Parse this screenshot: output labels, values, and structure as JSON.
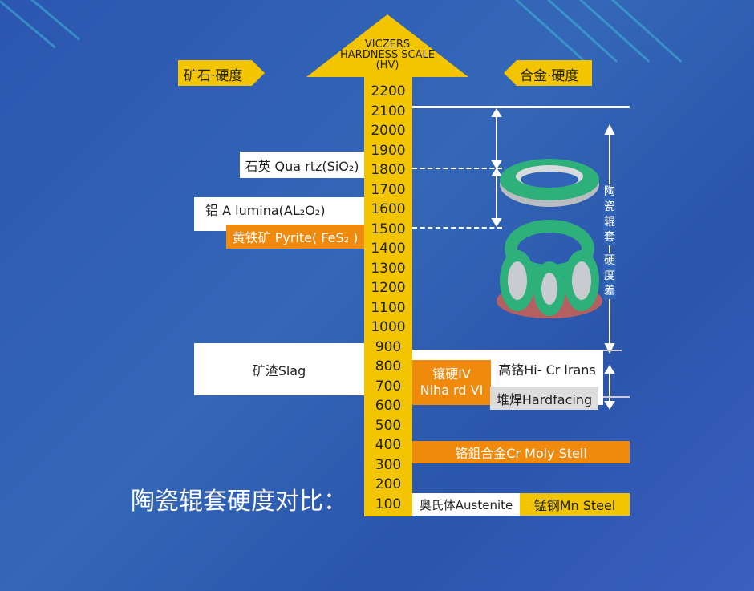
{
  "header": {
    "scale_title_line1": "VICZERS",
    "scale_title_line2": "HARDNESS SCALE",
    "scale_title_line3": "(HV)",
    "left_tag": "矿石·硬度",
    "right_tag": "合金·硬度"
  },
  "scale": [
    "2200",
    "2100",
    "2000",
    "1900",
    "1800",
    "1700",
    "1600",
    "1500",
    "1400",
    "1300",
    "1200",
    "1100",
    "1000",
    "900",
    "800",
    "700",
    "600",
    "500",
    "400",
    "300",
    "200",
    "100"
  ],
  "minerals": {
    "quartz": "石英 Qua rtz(SiO₂)",
    "alumina": "铝 A lumina(AL₂O₂)",
    "pyrite": "黄铁矿 Pyrite( FeS₂ )",
    "slag": "矿渣Slag"
  },
  "alloys": {
    "nihard_line1": "镶硬IV",
    "nihard_line2": "Niha rd VI",
    "hicr": "高铬Hi- Cr lrans",
    "hardfacing": "堆焊Hardfacing",
    "crmoly": "铬鉏合金Cr Moly Stell",
    "austenite": "奥氏体Austenite",
    "mn": "锰钢Mn Steel"
  },
  "annotation": {
    "label1": "陶瓷辊套",
    "label2": "硬度差"
  },
  "title": "陶瓷辊套硬度对比：",
  "colors": {
    "yellow": "#f2c500",
    "orange": "#f08a0c",
    "blue": "#2c56b0"
  }
}
